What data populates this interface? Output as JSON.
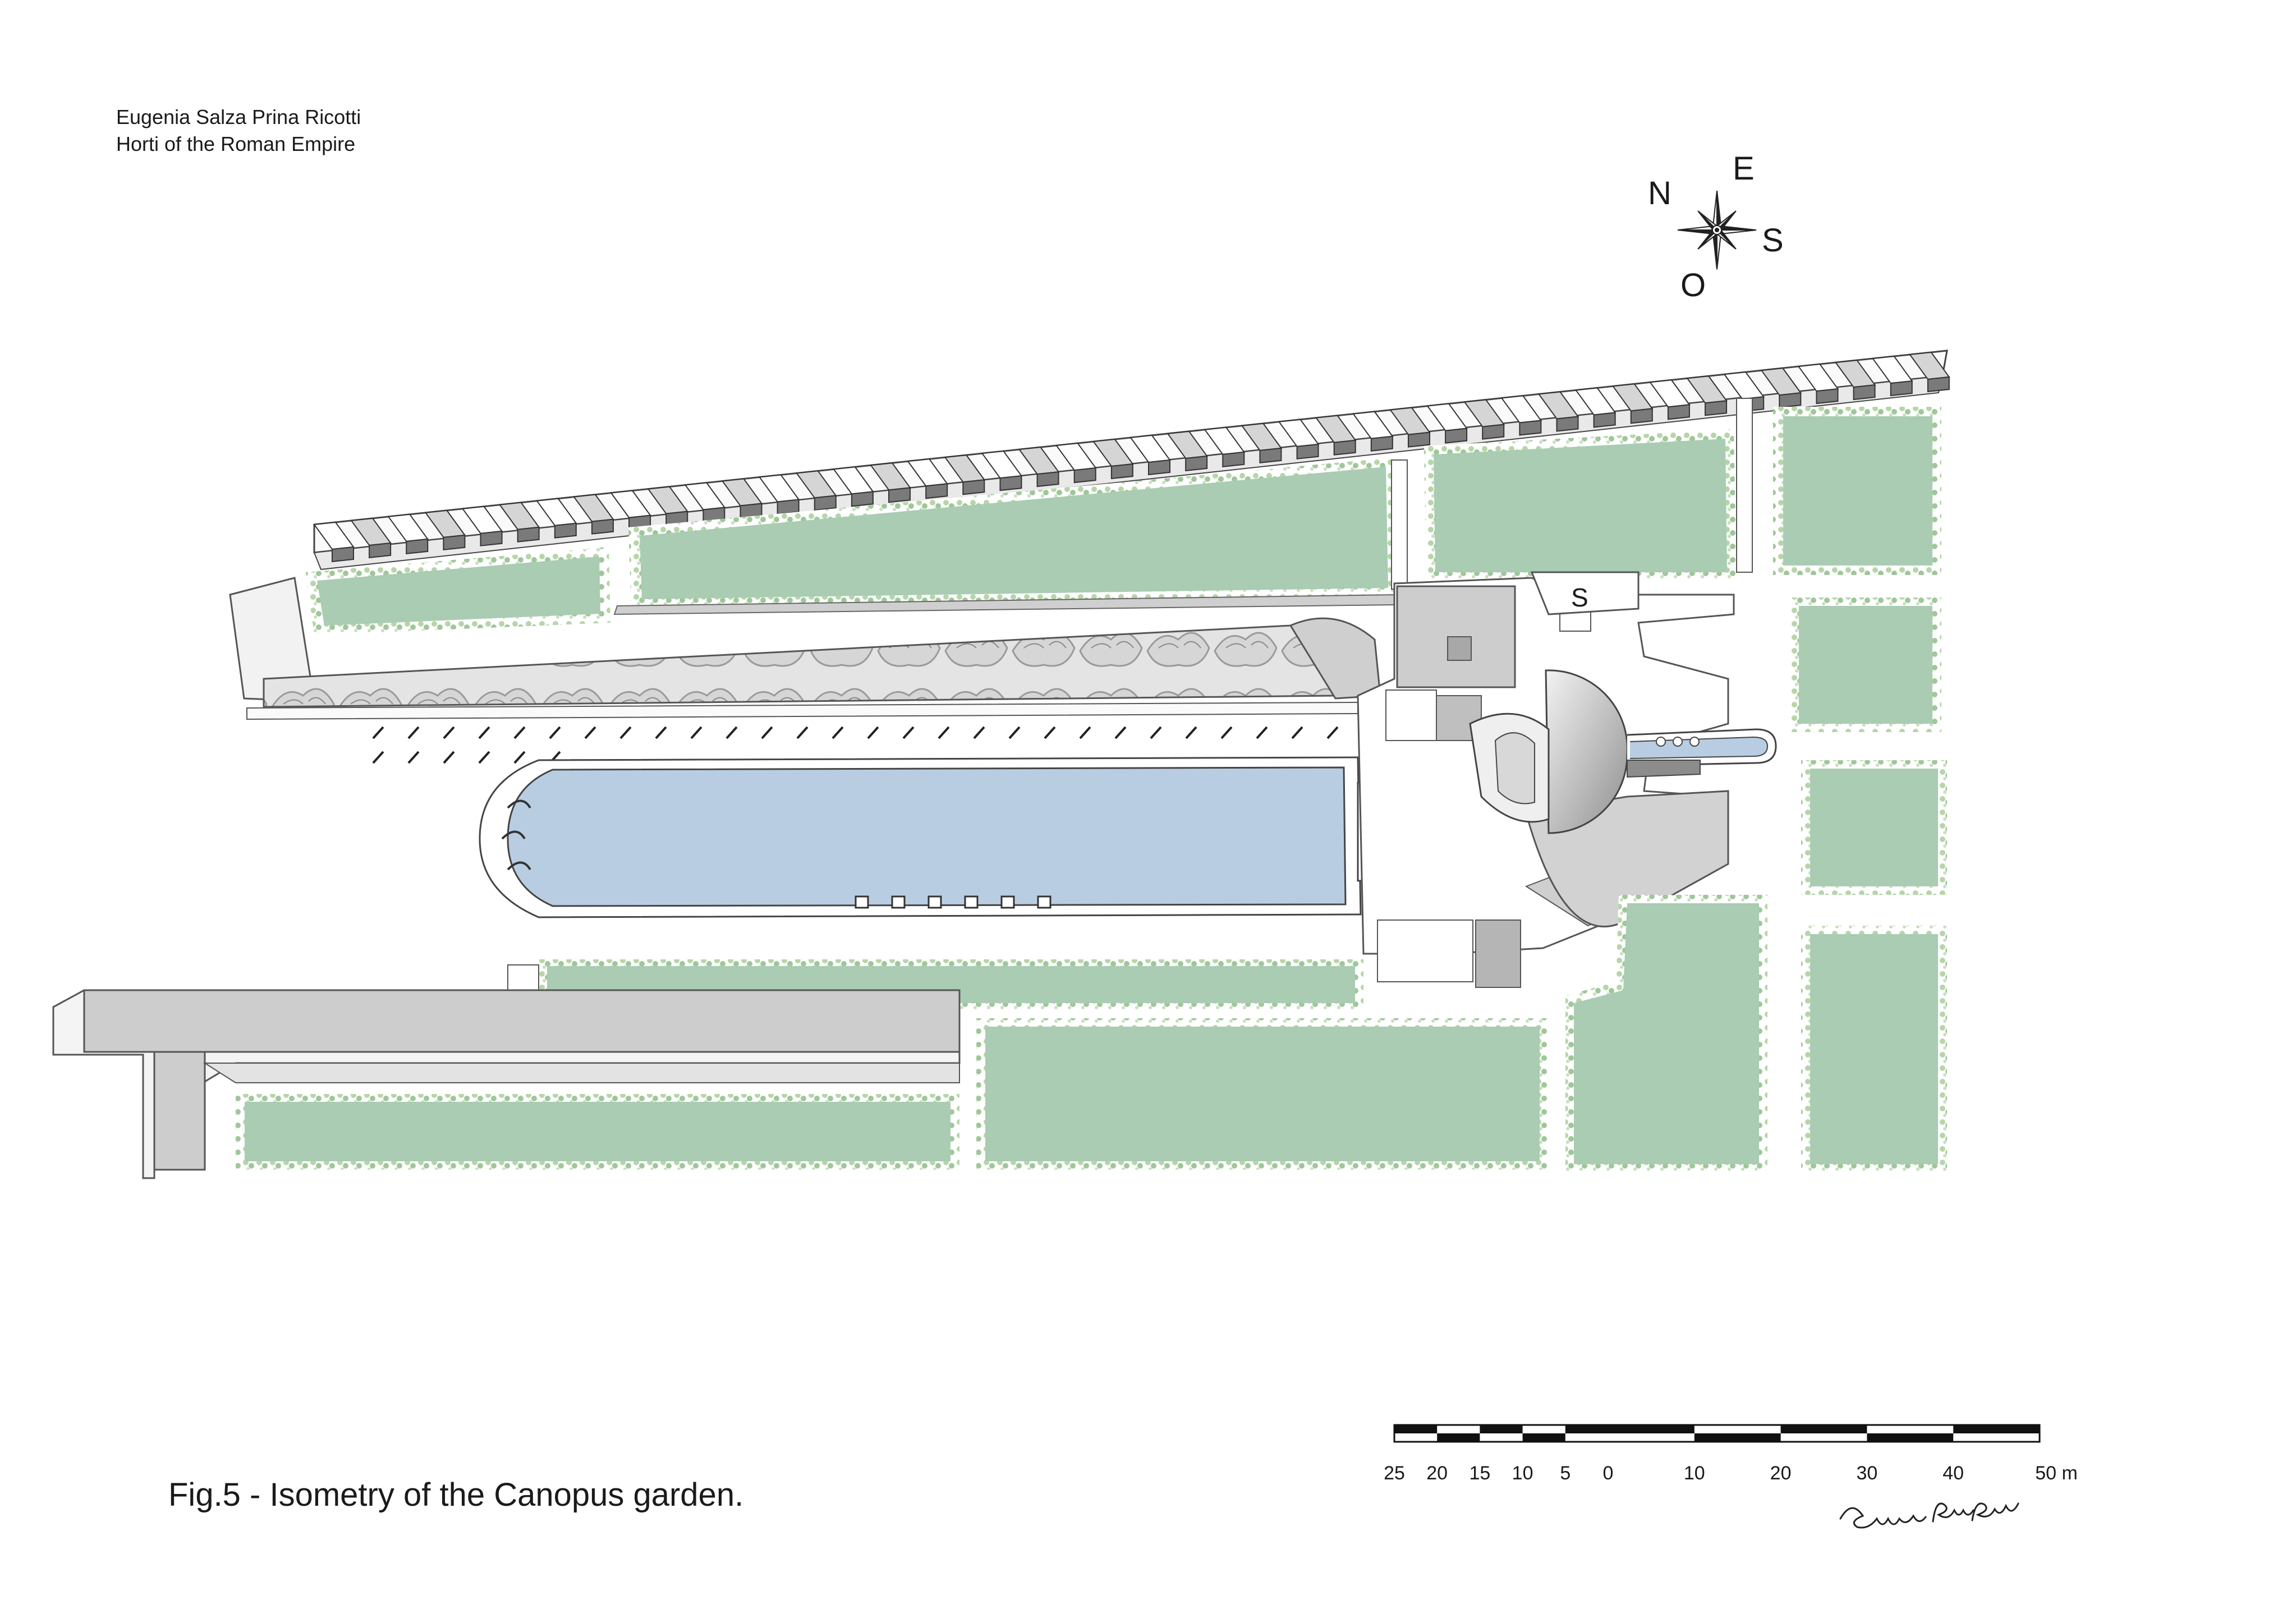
{
  "header": {
    "author": "Eugenia Salza Prina Ricotti",
    "book_title": "Horti of the Roman Empire"
  },
  "compass": {
    "north": "N",
    "east": "E",
    "south": "S",
    "west": "O"
  },
  "plan": {
    "service_label": "S"
  },
  "caption": "Fig.5 - Isometry of the Canopus garden.",
  "scale_bar": {
    "labels": [
      "25",
      "20",
      "15",
      "10",
      "5",
      "0",
      "10",
      "20",
      "30",
      "40",
      "50 m"
    ]
  },
  "signature": "Eugenia Prina Ricotti",
  "colors": {
    "garden": "#a9ccb3",
    "water": "#b9cde2",
    "building": "#cdcdcd",
    "hedge": "#9fc79a"
  }
}
